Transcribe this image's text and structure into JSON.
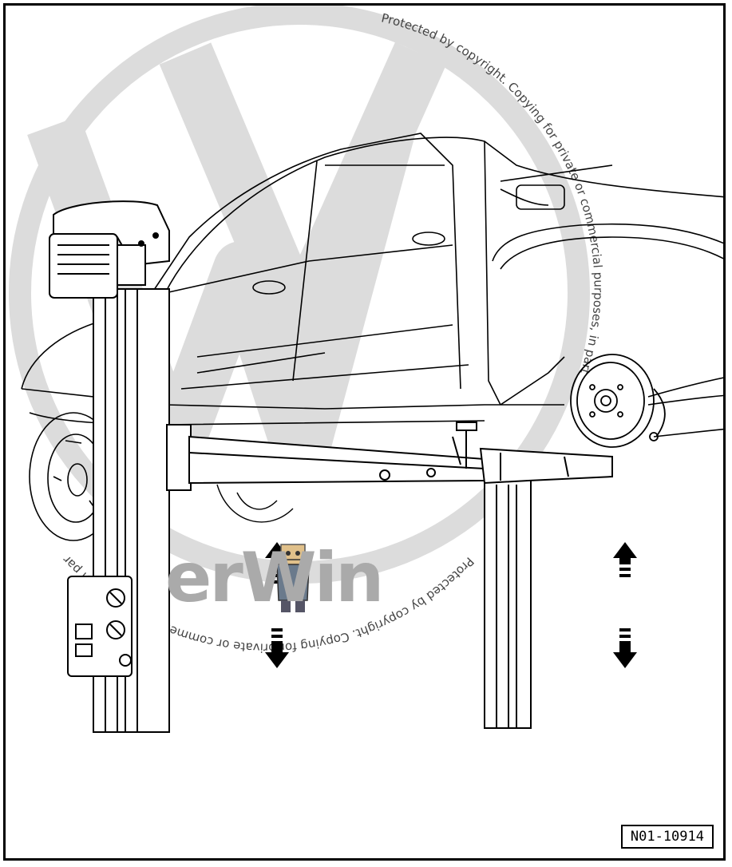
{
  "figure": {
    "reference_code": "N01-10914",
    "watermark_text": "Protected by copyright. Copying for private or commercial purposes, in part or in whole, is not permitted unless authorised by Volkswagen AG. Volkswagen AG does not guarantee or accept any liability with respect to the correctness of information in this document. Copyright by Volkswagen AG.",
    "watermark_brand": "erWin",
    "colors": {
      "line": "#000000",
      "watermark": "#d9d9d9",
      "background": "#ffffff"
    },
    "icons": [
      "raise-arrow-icon",
      "lower-arrow-icon",
      "mascot-icon",
      "vw-logo-watermark"
    ]
  }
}
